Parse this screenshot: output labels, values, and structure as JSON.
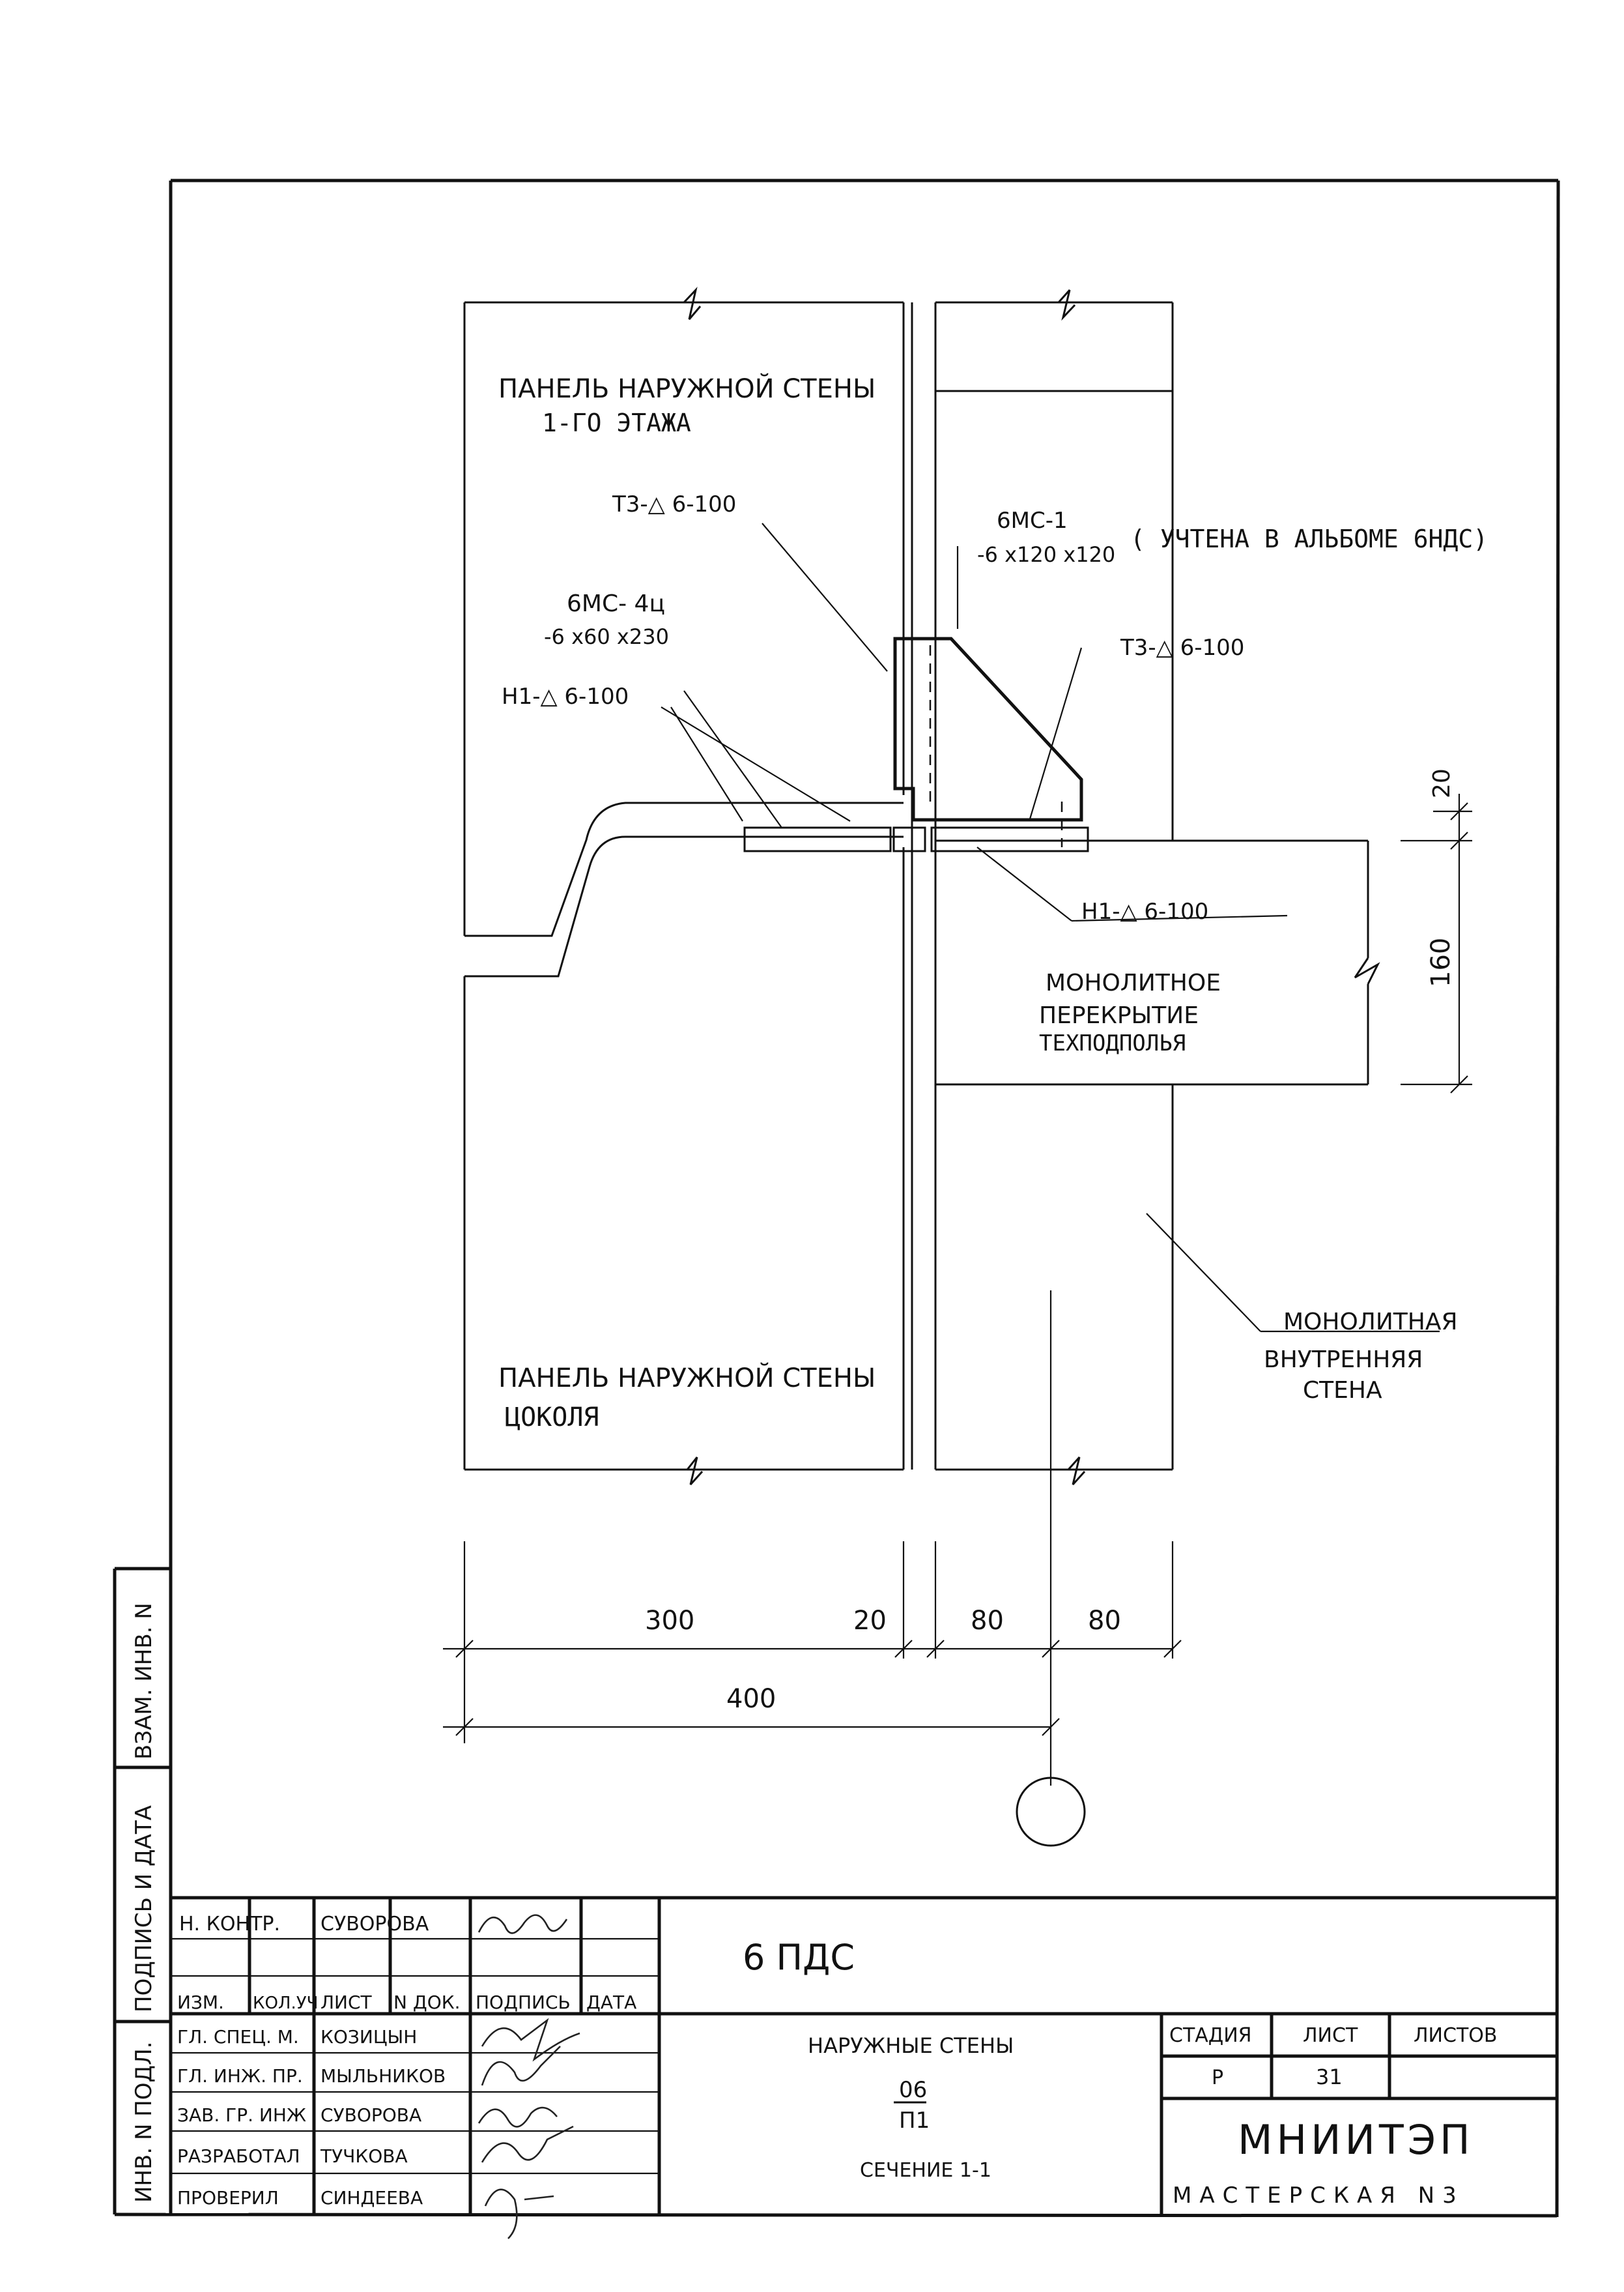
{
  "drawing": {
    "upper_panel_label": "ПАНЕЛЬ НАРУЖНОЙ СТЕНЫ",
    "upper_panel_sub": "1-ГО ЭТАЖА",
    "lower_panel_label": "ПАНЕЛЬ НАРУЖНОЙ СТЕНЫ",
    "lower_panel_sub": "ЦОКОЛЯ",
    "slab_label_1": "МОНОЛИТНОЕ",
    "slab_label_2": "ПЕРЕКРЫТИЕ",
    "slab_label_3": "ТЕХПОДПОЛЬЯ",
    "inner_wall_label_1": "МОНОЛИТНАЯ",
    "inner_wall_label_2": "ВНУТРЕННЯЯ",
    "inner_wall_label_3": "СТЕНА",
    "weld_t3_left": "Т3-△ 6-100",
    "weld_t3_right": "Т3-△ 6-100",
    "weld_n1_left": "Н1-△ 6-100",
    "weld_n1_right": "Н1-△ 6-100",
    "part_mc1_name": "6МС-1",
    "part_mc1_size": "-6 х120 х120",
    "part_mc1_note": "( УЧТЕНА В АЛЬБОМЕ 6НДС)",
    "part_mc4_name": "6МС- 4ц",
    "part_mc4_size": "-6 х60 х230",
    "dims": {
      "d300": "300",
      "d20a": "20",
      "d80a": "80",
      "d80b": "80",
      "d400": "400",
      "d20v": "20",
      "d160": "160"
    }
  },
  "side_stamp": {
    "vzam": "ВЗАМ. ИНВ. N",
    "podpis": "ПОДПИСЬ И ДАТА",
    "inv": "ИНВ. N ПОДЛ."
  },
  "title_block": {
    "code": "6 ПДС",
    "n_kontr_label": "Н. КОНТР.",
    "n_kontr_name": "СУВОРОВА",
    "headers": [
      "ИЗМ.",
      "КОЛ.УЧ",
      "ЛИСТ",
      "N ДОК.",
      "ПОДПИСЬ",
      "ДАТА"
    ],
    "people": [
      {
        "role": "ГЛ. СПЕЦ. М.",
        "name": "КОЗИЦЫН"
      },
      {
        "role": "ГЛ. ИНЖ. ПР.",
        "name": "МЫЛЬНИКОВ"
      },
      {
        "role": "ЗАВ. ГР. ИНЖ",
        "name": "СУВОРОВА"
      },
      {
        "role": "РАЗРАБОТАЛ",
        "name": "ТУЧКОВА"
      },
      {
        "role": "ПРОВЕРИЛ",
        "name": "СИНДЕЕВА"
      }
    ],
    "description_1": "НАРУЖНЫЕ СТЕНЫ",
    "node_top": "06",
    "node_bottom": "П1",
    "section": "СЕЧЕНИЕ 1-1",
    "stage_label": "СТАДИЯ",
    "sheet_label": "ЛИСТ",
    "sheets_label": "ЛИСТОВ",
    "stage_value": "Р",
    "sheet_value": "31",
    "sheets_value": "",
    "org": "МНИИТЭП",
    "workshop": "МАСТЕРСКАЯ N3"
  }
}
